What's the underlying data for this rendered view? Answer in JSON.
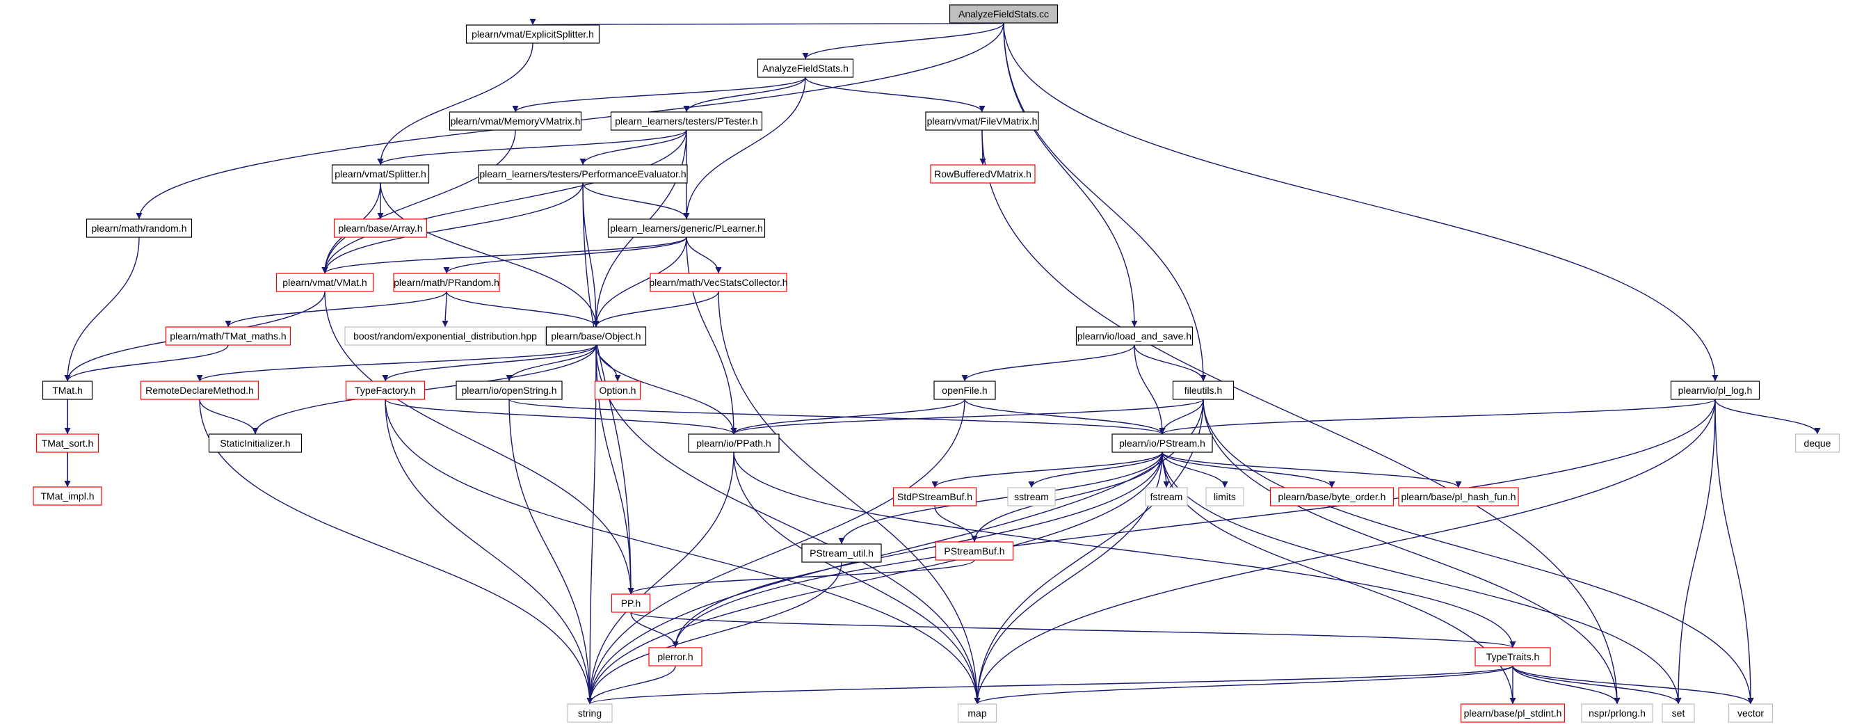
{
  "diagram": {
    "colors": {
      "edge": "#191970",
      "box_black": "#000000",
      "box_red": "#ff0000",
      "box_gray": "#bfbfbf",
      "root_fill": "#bfbfbf",
      "text": "#000000"
    },
    "nodes": [
      {
        "id": "root",
        "label": "AnalyzeFieldStats.cc",
        "style": "root"
      },
      {
        "id": "explicitSplitter",
        "label": "plearn/vmat/ExplicitSplitter.h",
        "style": "black"
      },
      {
        "id": "analyzeH",
        "label": "AnalyzeFieldStats.h",
        "style": "black"
      },
      {
        "id": "memVM",
        "label": "plearn/vmat/MemoryVMatrix.h",
        "style": "black"
      },
      {
        "id": "ptester",
        "label": "plearn_learners/testers/PTester.h",
        "style": "black"
      },
      {
        "id": "fileVM",
        "label": "plearn/vmat/FileVMatrix.h",
        "style": "black"
      },
      {
        "id": "rowBuf",
        "label": "RowBufferedVMatrix.h",
        "style": "red"
      },
      {
        "id": "splitter",
        "label": "plearn/vmat/Splitter.h",
        "style": "black"
      },
      {
        "id": "perfEval",
        "label": "plearn_learners/testers/PerformanceEvaluator.h",
        "style": "black"
      },
      {
        "id": "random",
        "label": "plearn/math/random.h",
        "style": "black"
      },
      {
        "id": "array",
        "label": "plearn/base/Array.h",
        "style": "red"
      },
      {
        "id": "plearner",
        "label": "plearn_learners/generic/PLearner.h",
        "style": "black"
      },
      {
        "id": "vmat",
        "label": "plearn/vmat/VMat.h",
        "style": "red"
      },
      {
        "id": "prandom",
        "label": "plearn/math/PRandom.h",
        "style": "red"
      },
      {
        "id": "vecStats",
        "label": "plearn/math/VecStatsCollector.h",
        "style": "red"
      },
      {
        "id": "tmatMaths",
        "label": "plearn/math/TMat_maths.h",
        "style": "red"
      },
      {
        "id": "boostExp",
        "label": "boost/random/exponential_distribution.hpp",
        "style": "gray"
      },
      {
        "id": "object",
        "label": "plearn/base/Object.h",
        "style": "black"
      },
      {
        "id": "loadSave",
        "label": "plearn/io/load_and_save.h",
        "style": "black"
      },
      {
        "id": "tmat",
        "label": "TMat.h",
        "style": "black"
      },
      {
        "id": "remoteDecl",
        "label": "RemoteDeclareMethod.h",
        "style": "red"
      },
      {
        "id": "typeFactory",
        "label": "TypeFactory.h",
        "style": "red"
      },
      {
        "id": "openString",
        "label": "plearn/io/openString.h",
        "style": "black"
      },
      {
        "id": "option",
        "label": "Option.h",
        "style": "red"
      },
      {
        "id": "openFile",
        "label": "openFile.h",
        "style": "black"
      },
      {
        "id": "fileutils",
        "label": "fileutils.h",
        "style": "black"
      },
      {
        "id": "pllog",
        "label": "plearn/io/pl_log.h",
        "style": "black"
      },
      {
        "id": "tmatSort",
        "label": "TMat_sort.h",
        "style": "red"
      },
      {
        "id": "staticInit",
        "label": "StaticInitializer.h",
        "style": "black"
      },
      {
        "id": "ppath",
        "label": "plearn/io/PPath.h",
        "style": "black"
      },
      {
        "id": "pstream",
        "label": "plearn/io/PStream.h",
        "style": "black"
      },
      {
        "id": "deque",
        "label": "deque",
        "style": "gray"
      },
      {
        "id": "tmatImpl",
        "label": "TMat_impl.h",
        "style": "red"
      },
      {
        "id": "stdPSB",
        "label": "StdPStreamBuf.h",
        "style": "red"
      },
      {
        "id": "sstream",
        "label": "sstream",
        "style": "gray"
      },
      {
        "id": "fstream",
        "label": "fstream",
        "style": "gray"
      },
      {
        "id": "limits",
        "label": "limits",
        "style": "gray"
      },
      {
        "id": "byteOrder",
        "label": "plearn/base/byte_order.h",
        "style": "red"
      },
      {
        "id": "hashFun",
        "label": "plearn/base/pl_hash_fun.h",
        "style": "red"
      },
      {
        "id": "pstreamUtil",
        "label": "PStream_util.h",
        "style": "black"
      },
      {
        "id": "pstreamBuf",
        "label": "PStreamBuf.h",
        "style": "red"
      },
      {
        "id": "pp",
        "label": "PP.h",
        "style": "red"
      },
      {
        "id": "plerror",
        "label": "plerror.h",
        "style": "red"
      },
      {
        "id": "typeTraits",
        "label": "TypeTraits.h",
        "style": "red"
      },
      {
        "id": "string",
        "label": "string",
        "style": "gray"
      },
      {
        "id": "map",
        "label": "map",
        "style": "gray"
      },
      {
        "id": "plStdint",
        "label": "plearn/base/pl_stdint.h",
        "style": "red"
      },
      {
        "id": "nspr",
        "label": "nspr/prlong.h",
        "style": "gray"
      },
      {
        "id": "set",
        "label": "set",
        "style": "gray"
      },
      {
        "id": "vector",
        "label": "vector",
        "style": "gray"
      }
    ],
    "edges": [
      [
        "root",
        "explicitSplitter"
      ],
      [
        "root",
        "analyzeH"
      ],
      [
        "root",
        "random"
      ],
      [
        "root",
        "loadSave"
      ],
      [
        "root",
        "fileutils"
      ],
      [
        "root",
        "pllog"
      ],
      [
        "explicitSplitter",
        "splitter"
      ],
      [
        "analyzeH",
        "memVM"
      ],
      [
        "analyzeH",
        "ptester"
      ],
      [
        "analyzeH",
        "fileVM"
      ],
      [
        "analyzeH",
        "plearner"
      ],
      [
        "memVM",
        "vmat"
      ],
      [
        "fileVM",
        "rowBuf"
      ],
      [
        "fileVM",
        "nspr"
      ],
      [
        "ptester",
        "splitter"
      ],
      [
        "ptester",
        "perfEval"
      ],
      [
        "ptester",
        "plearner"
      ],
      [
        "ptester",
        "vmat"
      ],
      [
        "ptester",
        "object"
      ],
      [
        "splitter",
        "array"
      ],
      [
        "splitter",
        "vmat"
      ],
      [
        "splitter",
        "object"
      ],
      [
        "perfEval",
        "plearner"
      ],
      [
        "perfEval",
        "vmat"
      ],
      [
        "perfEval",
        "object"
      ],
      [
        "perfEval",
        "pp"
      ],
      [
        "random",
        "tmat"
      ],
      [
        "plearner",
        "vmat"
      ],
      [
        "plearner",
        "prandom"
      ],
      [
        "plearner",
        "vecStats"
      ],
      [
        "plearner",
        "object"
      ],
      [
        "plearner",
        "ppath"
      ],
      [
        "vmat",
        "tmat"
      ],
      [
        "vmat",
        "pp"
      ],
      [
        "prandom",
        "tmatMaths"
      ],
      [
        "prandom",
        "boostExp"
      ],
      [
        "prandom",
        "object"
      ],
      [
        "vecStats",
        "object"
      ],
      [
        "vecStats",
        "map"
      ],
      [
        "tmatMaths",
        "tmat"
      ],
      [
        "object",
        "remoteDecl"
      ],
      [
        "object",
        "typeFactory"
      ],
      [
        "object",
        "openString"
      ],
      [
        "object",
        "option"
      ],
      [
        "object",
        "staticInit"
      ],
      [
        "object",
        "ppath"
      ],
      [
        "object",
        "pp"
      ],
      [
        "object",
        "string"
      ],
      [
        "object",
        "map"
      ],
      [
        "loadSave",
        "openFile"
      ],
      [
        "loadSave",
        "fileutils"
      ],
      [
        "loadSave",
        "pstream"
      ],
      [
        "tmat",
        "tmatSort"
      ],
      [
        "tmat",
        "tmatImpl"
      ],
      [
        "tmatSort",
        "tmatImpl"
      ],
      [
        "remoteDecl",
        "staticInit"
      ],
      [
        "remoteDecl",
        "string"
      ],
      [
        "typeFactory",
        "ppath"
      ],
      [
        "typeFactory",
        "string"
      ],
      [
        "typeFactory",
        "map"
      ],
      [
        "openString",
        "pstream"
      ],
      [
        "openString",
        "string"
      ],
      [
        "openFile",
        "ppath"
      ],
      [
        "openFile",
        "pstream"
      ],
      [
        "openFile",
        "string"
      ],
      [
        "fileutils",
        "ppath"
      ],
      [
        "fileutils",
        "pstream"
      ],
      [
        "fileutils",
        "string"
      ],
      [
        "fileutils",
        "map"
      ],
      [
        "fileutils",
        "vector"
      ],
      [
        "fileutils",
        "nspr"
      ],
      [
        "pllog",
        "pstream"
      ],
      [
        "pllog",
        "deque"
      ],
      [
        "pllog",
        "map"
      ],
      [
        "pllog",
        "set"
      ],
      [
        "pllog",
        "vector"
      ],
      [
        "pllog",
        "plerror"
      ],
      [
        "ppath",
        "typeTraits"
      ],
      [
        "ppath",
        "map"
      ],
      [
        "ppath",
        "string"
      ],
      [
        "pstream",
        "stdPSB"
      ],
      [
        "pstream",
        "sstream"
      ],
      [
        "pstream",
        "fstream"
      ],
      [
        "pstream",
        "limits"
      ],
      [
        "pstream",
        "byteOrder"
      ],
      [
        "pstream",
        "hashFun"
      ],
      [
        "pstream",
        "pstreamUtil"
      ],
      [
        "pstream",
        "pstreamBuf"
      ],
      [
        "pstream",
        "plerror"
      ],
      [
        "pstream",
        "map"
      ],
      [
        "pstream",
        "set"
      ],
      [
        "pstream",
        "plStdint"
      ],
      [
        "pstream",
        "string"
      ],
      [
        "stdPSB",
        "pstreamBuf"
      ],
      [
        "pstreamBuf",
        "pp"
      ],
      [
        "pstreamUtil",
        "string"
      ],
      [
        "pp",
        "plerror"
      ],
      [
        "pp",
        "typeTraits"
      ],
      [
        "plerror",
        "string"
      ],
      [
        "typeTraits",
        "string"
      ],
      [
        "typeTraits",
        "map"
      ],
      [
        "typeTraits",
        "plStdint"
      ],
      [
        "typeTraits",
        "nspr"
      ],
      [
        "typeTraits",
        "set"
      ],
      [
        "typeTraits",
        "vector"
      ]
    ]
  }
}
